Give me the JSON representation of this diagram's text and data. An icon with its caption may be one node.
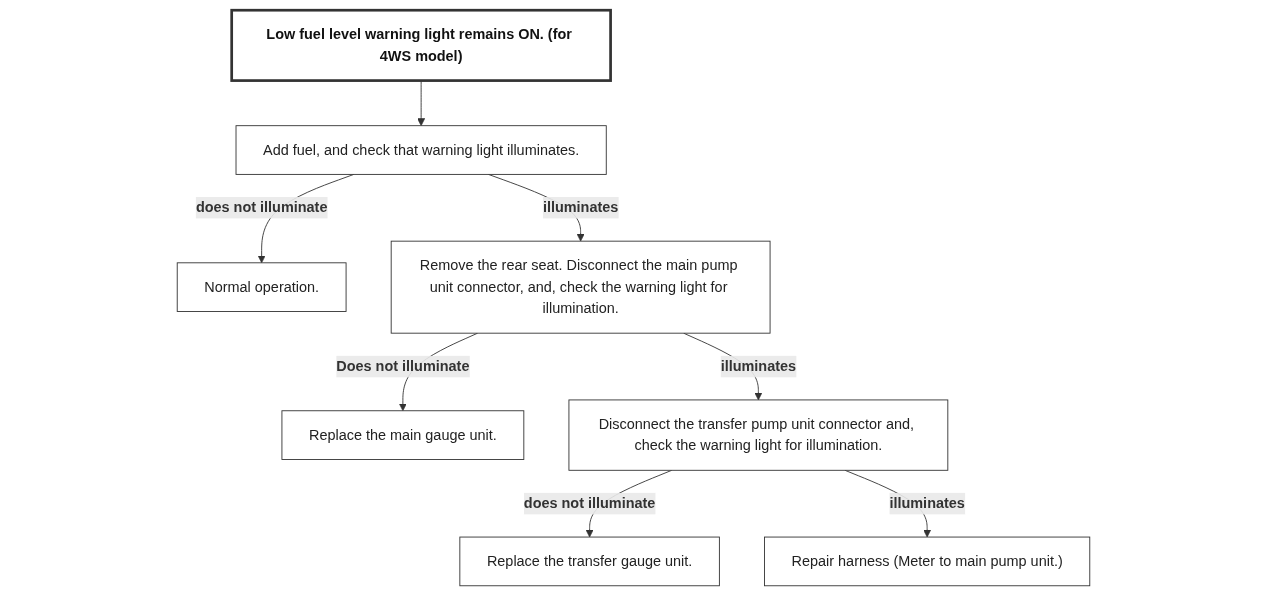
{
  "diagram": {
    "nodes": [
      {
        "text": [
          "Low fuel level warning light remains ON. (for 4WS model)"
        ]
      },
      {
        "text": [
          "Add fuel, and check that warning light illuminates."
        ]
      },
      {
        "text": [
          "Normal operation."
        ]
      },
      {
        "text": [
          "Remove the rear seat. Disconnect the main pump unit connector, and, check the warning light for illumination."
        ]
      },
      {
        "text": [
          "Replace the main gauge unit."
        ]
      },
      {
        "text": [
          "Disconnect the transfer pump unit connector and, check the warning light for illumination."
        ]
      },
      {
        "text": [
          "Replace the transfer gauge unit."
        ]
      },
      {
        "text": [
          "Repair harness (Meter to main pump unit.)"
        ]
      }
    ],
    "edges": [
      {
        "from": 0,
        "to": 1,
        "arrow": "to"
      },
      {
        "from": 1,
        "to": 2,
        "label": "does not illuminate",
        "arrow": "to"
      },
      {
        "from": 1,
        "to": 3,
        "label": "illuminates",
        "arrow": "to"
      },
      {
        "from": 3,
        "to": 4,
        "label": "Does not illuminate",
        "arrow": "to"
      },
      {
        "from": 3,
        "to": 5,
        "label": "illuminates",
        "arrow": "to"
      },
      {
        "from": 5,
        "to": 6,
        "label": "does not illuminate",
        "arrow": "to"
      },
      {
        "from": 5,
        "to": 7,
        "label": "illuminates",
        "arrow": "to"
      }
    ]
  }
}
